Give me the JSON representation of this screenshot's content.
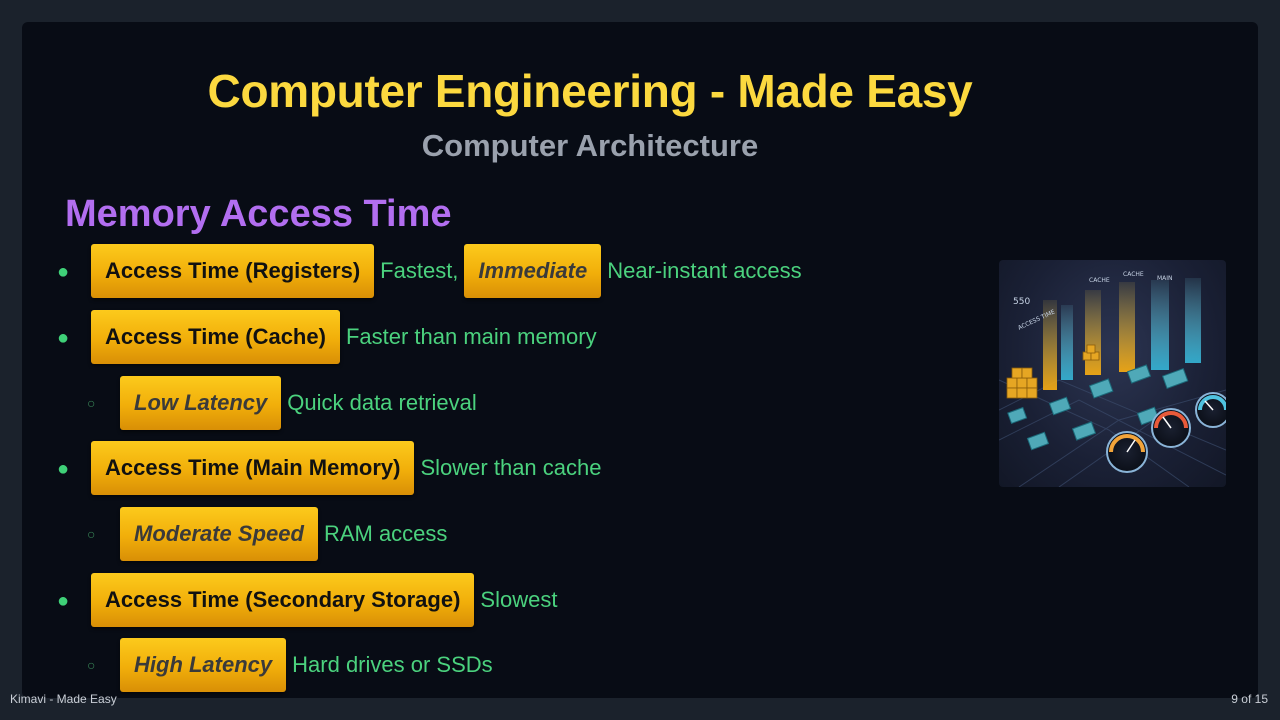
{
  "slide": {
    "title": "Computer Engineering - Made Easy",
    "subtitle": "Computer Architecture",
    "heading": "Memory Access Time"
  },
  "items": [
    {
      "type": "bullet",
      "pill": "Access Time (Registers)",
      "desc": "Fastest,",
      "pill2": "Immediate",
      "desc2": "Near-instant access"
    },
    {
      "type": "bullet",
      "pill": "Access Time (Cache)",
      "desc": "Faster than main memory"
    },
    {
      "type": "sub",
      "pill": "Low Latency",
      "desc": "Quick data retrieval"
    },
    {
      "type": "bullet",
      "pill": "Access Time (Main Memory)",
      "desc": "Slower than cache"
    },
    {
      "type": "sub",
      "pill": "Moderate Speed",
      "desc": "RAM access"
    },
    {
      "type": "bullet",
      "pill": "Access Time (Secondary Storage)",
      "desc": "Slowest"
    },
    {
      "type": "sub",
      "pill": "High Latency",
      "desc": "Hard drives or SSDs"
    }
  ],
  "illustration": {
    "labels": [
      "CACHE",
      "CACHE",
      "MAIN",
      "ACCESS TIME",
      "550"
    ]
  },
  "footer": {
    "brand": "Kimavi - Made Easy",
    "page": "9 of 15"
  },
  "colors": {
    "title": "#fcd93f",
    "heading": "#b26ef0",
    "desc": "#4bd27e",
    "pill": "#f5b81a"
  }
}
